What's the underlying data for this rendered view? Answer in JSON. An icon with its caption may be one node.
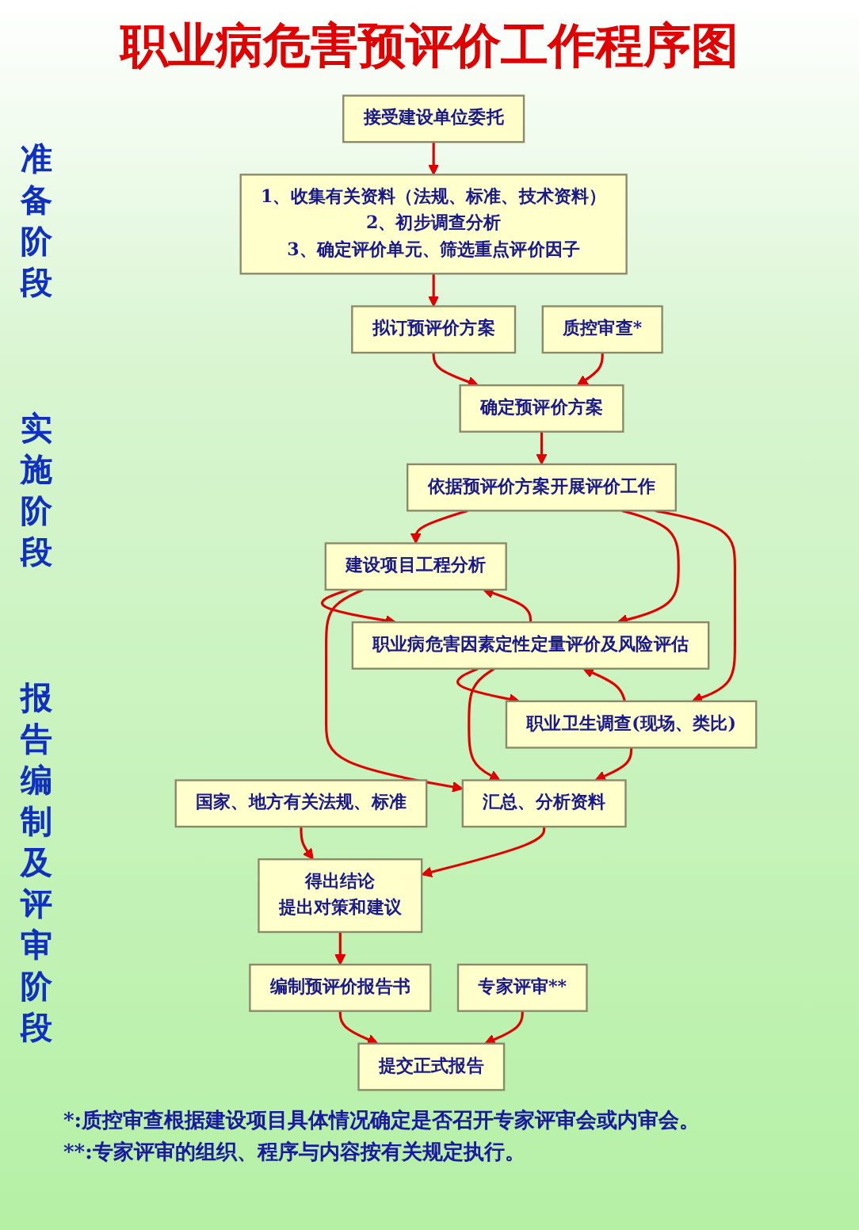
{
  "diagram": {
    "title": "职业病危害预评价工作程序图",
    "nodes": [
      {
        "text": [
          "接受建设单位委托"
        ]
      },
      {
        "text": [
          "1、收集有关资料（法规、标准、技术资料）",
          "2、初步调查分析",
          "3、确定评价单元、筛选重点评价因子"
        ]
      },
      {
        "text": [
          "拟订预评价方案"
        ]
      },
      {
        "text": [
          "质控审查*"
        ]
      },
      {
        "text": [
          "确定预评价方案"
        ]
      },
      {
        "text": [
          "依据预评价方案开展评价工作"
        ]
      },
      {
        "text": [
          "建设项目工程分析"
        ]
      },
      {
        "text": [
          "职业病危害因素定性定量评价及风险评估"
        ]
      },
      {
        "text": [
          "职业卫生调查(现场、类比)"
        ]
      },
      {
        "text": [
          "汇总、分析资料"
        ]
      },
      {
        "text": [
          "国家、地方有关法规、标准"
        ]
      },
      {
        "text": [
          "得出结论",
          "提出对策和建议"
        ]
      },
      {
        "text": [
          "编制预评价报告书"
        ]
      },
      {
        "text": [
          "专家评审**"
        ]
      },
      {
        "text": [
          "提交正式报告"
        ]
      }
    ],
    "edges": [
      {
        "from": 0,
        "to": 1,
        "arrow": "to"
      },
      {
        "from": 1,
        "to": 2,
        "arrow": "to"
      },
      {
        "from": 2,
        "to": 4,
        "arrow": "to"
      },
      {
        "from": 3,
        "to": 4,
        "arrow": "to"
      },
      {
        "from": 4,
        "to": 5,
        "arrow": "to"
      },
      {
        "from": 5,
        "to": 6,
        "arrow": "to"
      },
      {
        "from": 5,
        "to": 7,
        "arrow": "to"
      },
      {
        "from": 5,
        "to": 8,
        "arrow": "to"
      },
      {
        "from": 6,
        "to": 7,
        "arrow": "to"
      },
      {
        "from": 7,
        "to": 6,
        "arrow": "to"
      },
      {
        "from": 8,
        "to": 7,
        "arrow": "to"
      },
      {
        "from": 7,
        "to": 8,
        "arrow": "to"
      },
      {
        "from": 6,
        "to": 9,
        "arrow": "to"
      },
      {
        "from": 7,
        "to": 9,
        "arrow": "to"
      },
      {
        "from": 8,
        "to": 9,
        "arrow": "to"
      },
      {
        "from": 9,
        "to": 11,
        "arrow": "to"
      },
      {
        "from": 10,
        "to": 11,
        "arrow": "to"
      },
      {
        "from": 11,
        "to": 12,
        "arrow": "to"
      },
      {
        "from": 12,
        "to": 14,
        "arrow": "to"
      },
      {
        "from": 13,
        "to": 14,
        "arrow": "to"
      }
    ],
    "labels": [
      "准备阶段",
      "实施阶段",
      "报告编制及评审阶段",
      "*:质控审查根据建设项目具体情况确定是否召开专家评审会或内审会。",
      "**:专家评审的组织、程序与内容按有关规定执行。"
    ]
  }
}
